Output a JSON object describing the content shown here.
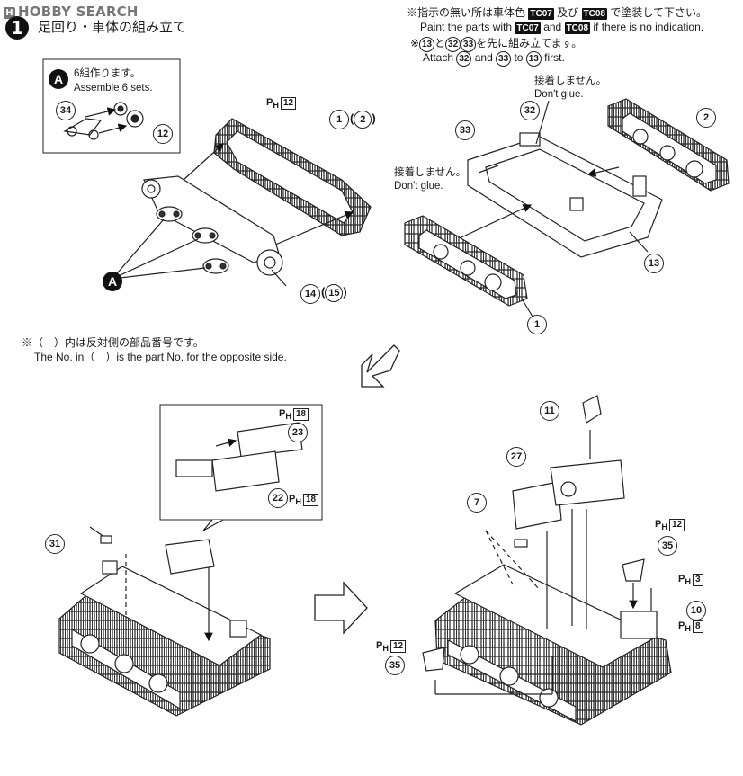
{
  "watermark": {
    "logo_letter": "H",
    "text": "HOBBY SEARCH"
  },
  "step": {
    "number": "1",
    "title": "足回り・車体の組み立て"
  },
  "paint_note": {
    "line1_prefix": "※指示の無い所は車体色",
    "line1_between": "及び",
    "line1_suffix": "で塗装して下さい。",
    "line2_prefix": "Paint the parts with",
    "line2_between": "and",
    "line2_suffix": "if there is no indication.",
    "color_a": "TC07",
    "color_b": "TC08"
  },
  "order_note": {
    "ja_num1": "13",
    "ja_and": "と",
    "ja_num2": "32",
    "ja_num3": "33",
    "ja_suffix": "を先に組み立てます。",
    "en_prefix": "Attach",
    "en_num1": "32",
    "en_and": "and",
    "en_num2": "33",
    "en_to": "to",
    "en_num3": "13",
    "en_suffix": "first."
  },
  "subassembly_a": {
    "badge": "A",
    "ja": "6組作ります。",
    "en": "Assemble 6 sets.",
    "parts": [
      "34",
      "12"
    ]
  },
  "top_left": {
    "part_label": "1",
    "part_label_opposite": "2",
    "ph_prefix": "P",
    "ph_sub": "H",
    "ph_box": "12",
    "wheel_label": "14",
    "wheel_label_opposite": "15",
    "badge": "A"
  },
  "top_right": {
    "glue1_ja": "接着しません。",
    "glue1_en": "Don't glue.",
    "glue2_ja": "接着しません。",
    "glue2_en": "Don't glue.",
    "labels": [
      "32",
      "33",
      "2",
      "13",
      "1"
    ]
  },
  "opposite_note": {
    "ja": "※（　）内は反対側の部品番号です。",
    "en_prefix": "The No. in（　）is the part No. for the opposite side."
  },
  "bottom_left": {
    "inset_ph_box_a": "18",
    "inset_part_a": "23",
    "inset_part_b": "22",
    "inset_ph_box_b": "18",
    "part": "31"
  },
  "bottom_right": {
    "parts": {
      "p11": "11",
      "p27": "27",
      "p7": "7",
      "p35a": "35",
      "p35b": "35",
      "p10": "10"
    },
    "ph_12a": "12",
    "ph_3": "3",
    "ph_8": "8",
    "ph_12b": "12"
  }
}
